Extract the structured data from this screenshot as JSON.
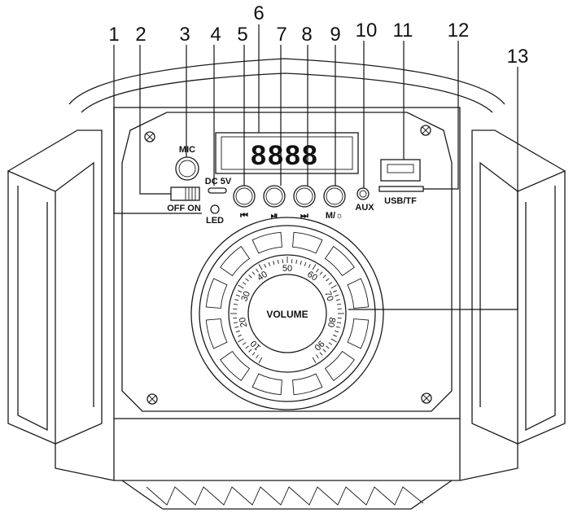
{
  "callouts": [
    "1",
    "2",
    "3",
    "4",
    "5",
    "6",
    "7",
    "8",
    "9",
    "10",
    "11",
    "12",
    "13"
  ],
  "panel_labels": {
    "mic": "MIC",
    "dc": "DC 5V",
    "off_on": "OFF ON",
    "led": "LED",
    "aux": "AUX",
    "usb_tf": "USB/TF",
    "mode": "M/☼"
  },
  "button_icons": {
    "prev": "⏮",
    "play_pause": "⏯",
    "next": "⏭"
  },
  "display": {
    "digits": "8888"
  },
  "volume_dial": {
    "label": "VOLUME",
    "scale": [
      "10",
      "20",
      "30",
      "40",
      "50",
      "60",
      "70",
      "80",
      "90"
    ]
  },
  "colors": {
    "line": "#1a1a1a",
    "background": "#ffffff"
  }
}
